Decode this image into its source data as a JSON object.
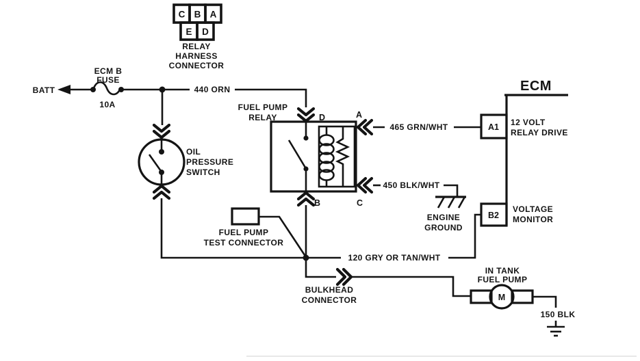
{
  "colors": {
    "ink": "#141414",
    "background": "#ffffff"
  },
  "legend": {
    "pins_top": [
      "C",
      "B",
      "A"
    ],
    "pins_bottom": [
      "E",
      "D"
    ],
    "label_lines": [
      "RELAY",
      "HARNESS",
      "CONNECTOR"
    ]
  },
  "power": {
    "battery_label": "BATT",
    "fuse_name_lines": [
      "ECM B",
      "FUSE"
    ],
    "fuse_rating": "10A"
  },
  "wires": {
    "w440": "440 ORN",
    "w465": "465 GRN/WHT",
    "w450": "450 BLK/WHT",
    "w120": "120 GRY OR TAN/WHT",
    "w150": "150 BLK"
  },
  "oil_pressure_switch": {
    "label_lines": [
      "OIL",
      "PRESSURE",
      "SWITCH"
    ]
  },
  "fuel_pump_relay": {
    "label_lines": [
      "FUEL PUMP",
      "RELAY"
    ],
    "term_a": "A",
    "term_b": "B",
    "term_c": "C",
    "term_d": "D"
  },
  "ecm": {
    "title": "ECM",
    "pin_a1": "A1",
    "a1_label_lines": [
      "12 VOLT",
      "RELAY DRIVE"
    ],
    "pin_b2": "B2",
    "b2_label_lines": [
      "VOLTAGE",
      "MONITOR"
    ]
  },
  "engine_ground": {
    "label_lines": [
      "ENGINE",
      "GROUND"
    ]
  },
  "test_connector": {
    "label_lines": [
      "FUEL PUMP",
      "TEST CONNECTOR"
    ]
  },
  "bulkhead_connector": {
    "label_lines": [
      "BULKHEAD",
      "CONNECTOR"
    ]
  },
  "in_tank_fuel_pump": {
    "label_lines": [
      "IN TANK",
      "FUEL PUMP"
    ],
    "motor_letter": "M"
  }
}
